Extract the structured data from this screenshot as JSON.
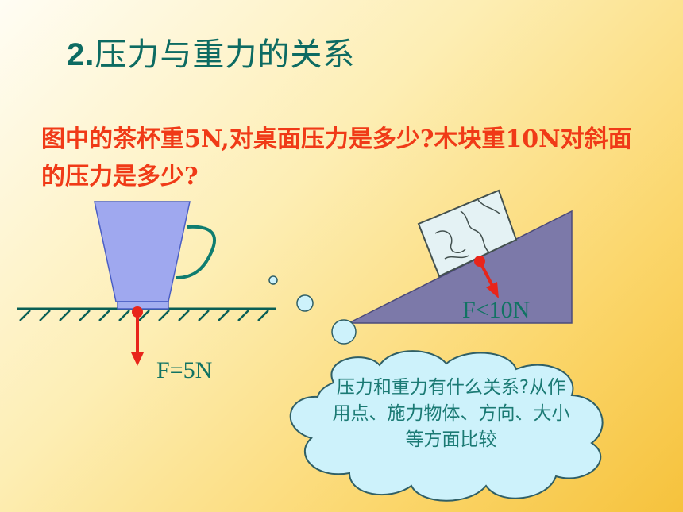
{
  "slide": {
    "title_number": "2.",
    "title_text": "压力与重力的关系",
    "question": "图中的茶杯重5N,对桌面压力是多少?木块重10N对斜面的压力是多少?",
    "cup_force_label": "F=5N",
    "block_force_label": "F<10N",
    "thought_cloud_text": "压力和重力有什么关系?从作用点、施力物体、方向、大小等方面比较"
  },
  "colors": {
    "title": "#0d6b62",
    "question": "#f03a17",
    "labels": "#117363",
    "force_arrow": "#e8251a",
    "cup": "#9fa8ef",
    "incline": "#7c79a9",
    "cloud_fill": "#cdf2fb"
  }
}
